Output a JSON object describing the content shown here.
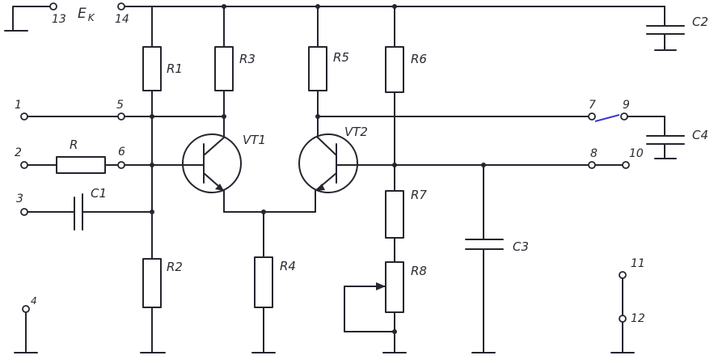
{
  "colors": {
    "ink": "#262630",
    "paper": "#ffffff",
    "jumper": "#3a3ad0"
  },
  "supply": {
    "label": "E",
    "sub": "K"
  },
  "terminals": {
    "t1": "1",
    "t2": "2",
    "t3": "3",
    "t4": "4",
    "t5": "5",
    "t6": "6",
    "t7": "7",
    "t8": "8",
    "t9": "9",
    "t10": "10",
    "t11": "11",
    "t12": "12",
    "t13": "13",
    "t14": "14"
  },
  "components": {
    "R": "R",
    "R1": "R1",
    "R2": "R2",
    "R3": "R3",
    "R4": "R4",
    "R5": "R5",
    "R6": "R6",
    "R7": "R7",
    "R8": "R8",
    "C1": "C1",
    "C2": "C2",
    "C3": "C3",
    "C4": "C4",
    "VT1": "VT1",
    "VT2": "VT2"
  }
}
